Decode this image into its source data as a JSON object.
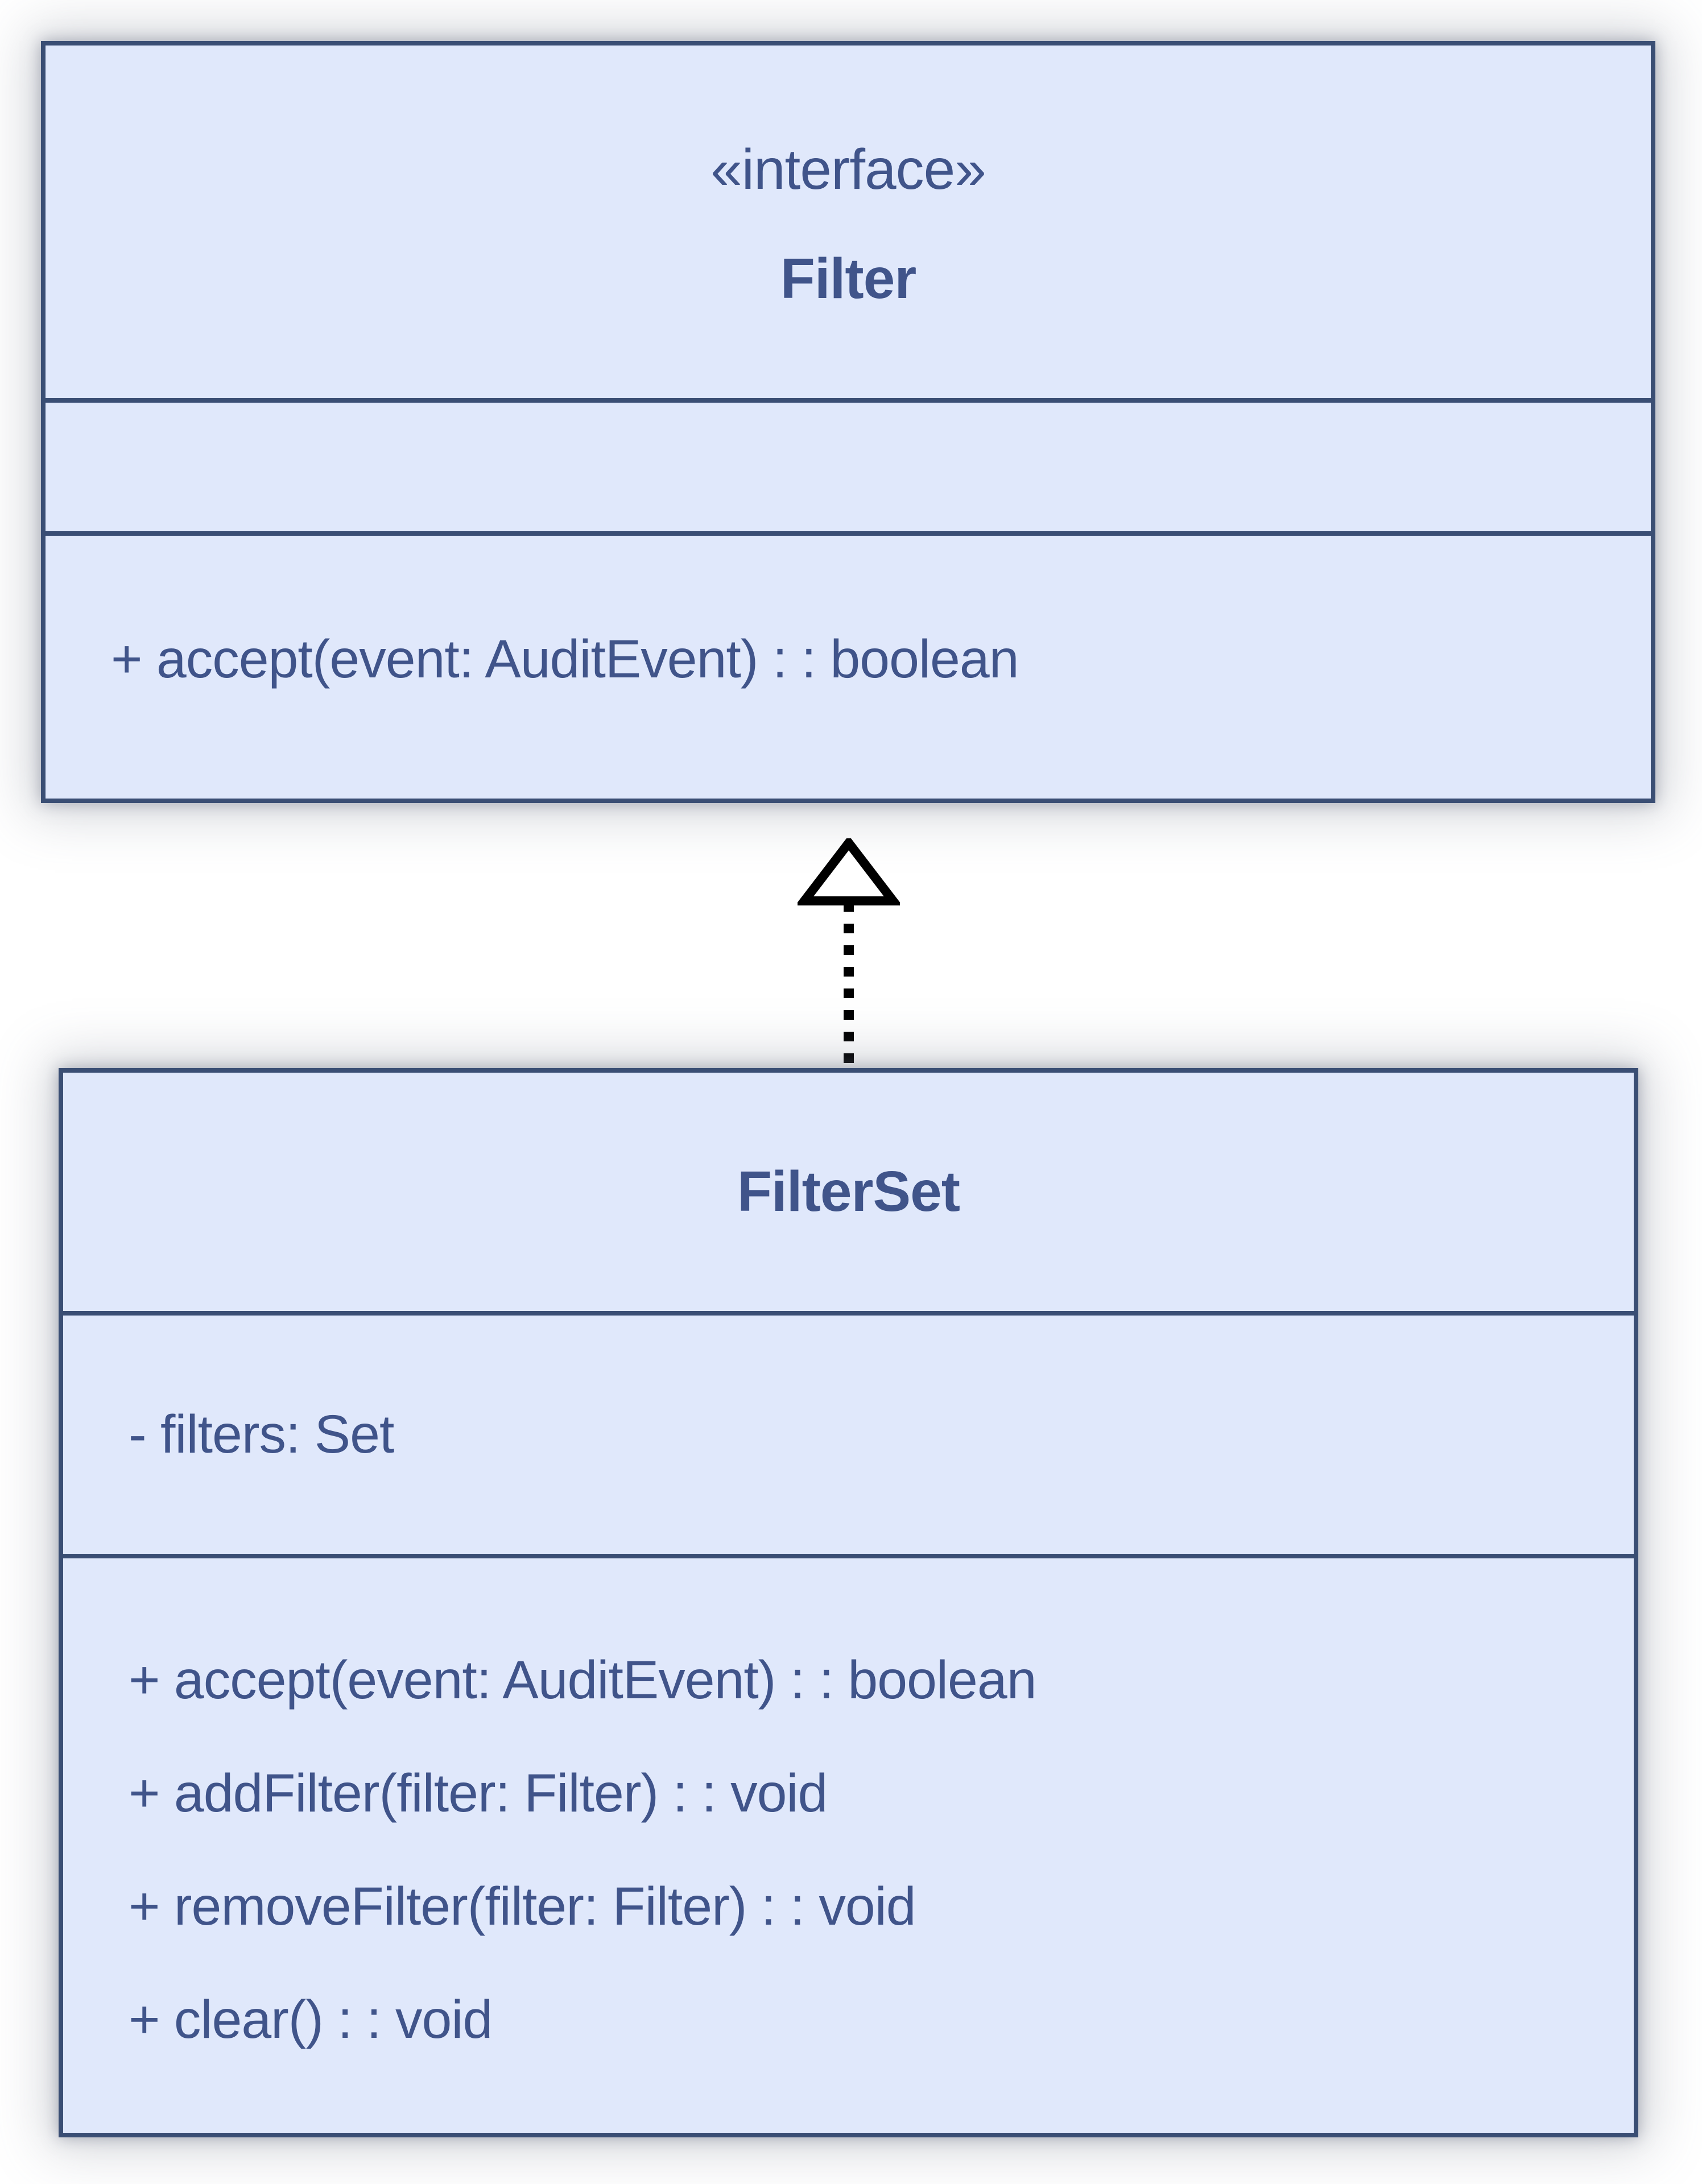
{
  "diagram": {
    "type": "uml-class-diagram",
    "colors": {
      "box_fill": "#e0e8fb",
      "box_border": "#3a4e74",
      "text": "#40548a",
      "arrow": "#000000",
      "background": "#ffffff"
    },
    "classes": [
      {
        "id": "filter",
        "stereotype": "«interface»",
        "name": "Filter",
        "attributes": [],
        "methods": [
          "+ accept(event: AuditEvent) : : boolean"
        ]
      },
      {
        "id": "filterset",
        "stereotype": "",
        "name": "FilterSet",
        "attributes": [
          "- filters: Set"
        ],
        "methods": [
          "+ accept(event: AuditEvent) : : boolean",
          "+ addFilter(filter: Filter) : : void",
          "+ removeFilter(filter: Filter) : : void",
          "+ clear() : : void"
        ]
      }
    ],
    "relationships": [
      {
        "type": "realization",
        "from": "FilterSet",
        "to": "Filter",
        "line_style": "dashed",
        "arrowhead": "hollow-triangle"
      }
    ]
  }
}
